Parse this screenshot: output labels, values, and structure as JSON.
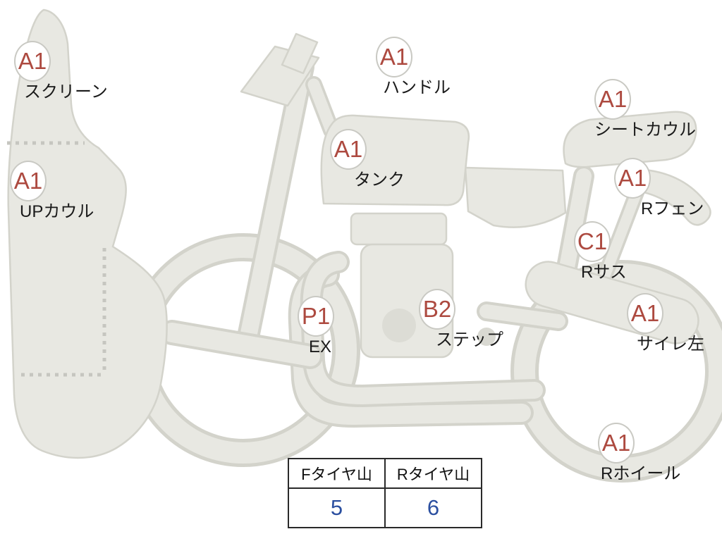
{
  "labels": [
    {
      "grade": "A1",
      "name": "スクリーン"
    },
    {
      "grade": "A1",
      "name": "UPカウル"
    },
    {
      "grade": "A1",
      "name": "ハンドル"
    },
    {
      "grade": "A1",
      "name": "タンク"
    },
    {
      "grade": "A1",
      "name": "シートカウル"
    },
    {
      "grade": "A1",
      "name": "Rフェン"
    },
    {
      "grade": "C1",
      "name": "Rサス"
    },
    {
      "grade": "P1",
      "name": "EX"
    },
    {
      "grade": "B2",
      "name": "ステップ"
    },
    {
      "grade": "A1",
      "name": "サイレ左"
    },
    {
      "grade": "A1",
      "name": "Rホイール"
    }
  ],
  "tire_table": {
    "headers": [
      "Fタイヤ山",
      "Rタイヤ山"
    ],
    "values": [
      "5",
      "6"
    ]
  },
  "colors": {
    "grade_text": "#ad4a40",
    "tire_value_text": "#2b4fa0",
    "body_fill": "#e8e8e2",
    "body_stroke": "#d3d3cb",
    "dotted_line": "#c6c6c0"
  }
}
